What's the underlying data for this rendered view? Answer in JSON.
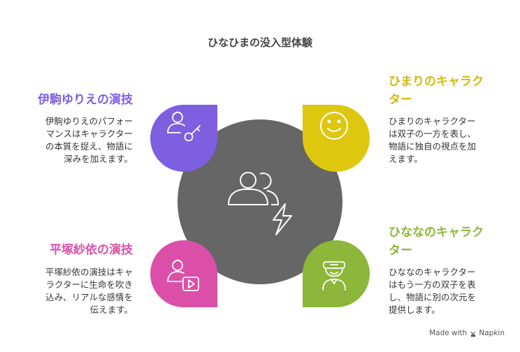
{
  "title": "ひなひまの没入型体験",
  "colors": {
    "center": "#666666",
    "top_left": "#7E5FE0",
    "top_right": "#DEC70F",
    "bottom_left": "#DB4FA9",
    "bottom_right": "#8CB73A"
  },
  "sections": {
    "top_left": {
      "heading": "伊駒ゆりえの演技",
      "description": [
        "伊駒ゆりえのパフォー",
        "マンスはキャラクター",
        "の本質を捉え、物語に",
        "深みを加えます。"
      ],
      "icon": "person-key-icon"
    },
    "top_right": {
      "heading": [
        "ひまりのキャラク",
        "ター"
      ],
      "description": [
        "ひまりのキャラクター",
        "は双子の一方を表し、",
        "物語に独自の視点を加",
        "えます。"
      ],
      "icon": "smiley-face-icon"
    },
    "bottom_left": {
      "heading": "平塚紗依の演技",
      "description": [
        "平塚紗依の演技はキャ",
        "ラクターに生命を吹き",
        "込み、リアルな感情を",
        "伝えます。"
      ],
      "icon": "person-play-icon"
    },
    "bottom_right": {
      "heading": [
        "ひななのキャラク",
        "ター"
      ],
      "description": [
        "ひななのキャラクター",
        "はもう一方の双子を表",
        "し、物語に別の次元を",
        "提供します。"
      ],
      "icon": "vr-headset-person-icon"
    }
  },
  "center_icons": [
    "people-icon",
    "lightning-icon"
  ],
  "watermark": {
    "prefix": "Made with",
    "brand": "Napkin"
  }
}
